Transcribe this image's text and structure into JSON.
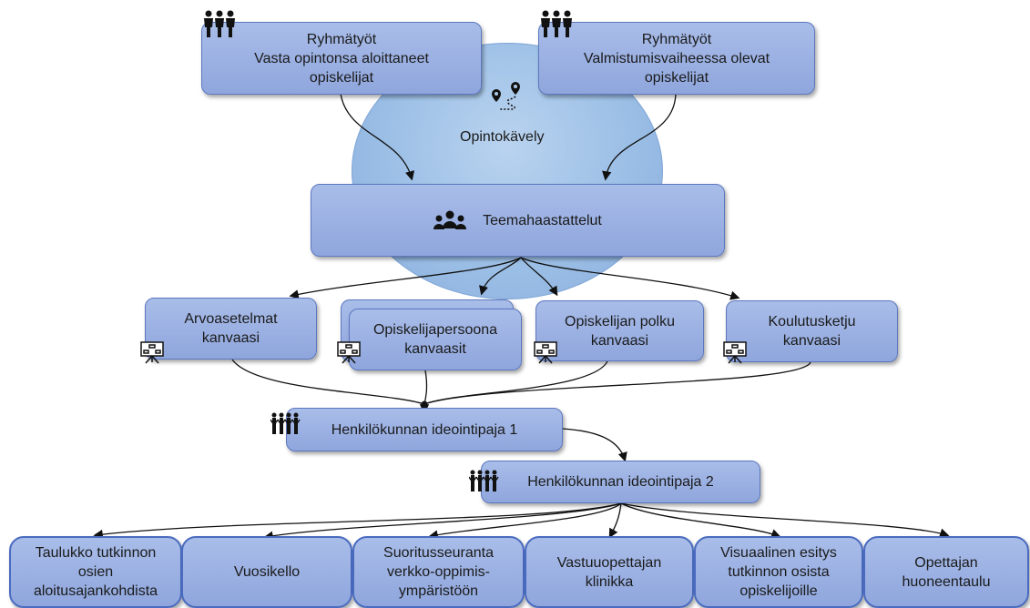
{
  "walk": {
    "label": "Opintokävely"
  },
  "groupwork": [
    {
      "label": "Ryhmätyöt\nVasta opintonsa aloittaneet\nopiskelijat"
    },
    {
      "label": "Ryhmätyöt\nValmistumisvaiheessa olevat\nopiskelijat"
    }
  ],
  "interviews": {
    "label": "Teemahaastattelut"
  },
  "canvases": [
    {
      "label": "Arvoasetelmat\nkanvaasi"
    },
    {
      "label": "Opiskelijapersoona\nkanvaasit"
    },
    {
      "label": "Opiskelijan polku\nkanvaasi"
    },
    {
      "label": "Koulutusketju\nkanvaasi"
    }
  ],
  "workshops": [
    {
      "label": "Henkilökunnan ideointipaja 1"
    },
    {
      "label": "Henkilökunnan ideointipaja 2"
    }
  ],
  "outputs": [
    {
      "label": "Taulukko tutkinnon\nosien\naloitusajankohdista"
    },
    {
      "label": "Vuosikello"
    },
    {
      "label": "Suoritusseuranta\nverkko-oppimis-\nympäristöön"
    },
    {
      "label": "Vastuuopettajan\nklinikka"
    },
    {
      "label": "Visuaalinen esitys\ntutkinnon osista\nopiskelijoille"
    },
    {
      "label": "Opettajan\nhuoneentaulu"
    }
  ],
  "icons": {
    "group": "people-group-icon",
    "walk": "route-map-icon",
    "interview": "people-meeting-icon",
    "canvas": "presentation-board-icon",
    "workshop": "crowd-icon"
  }
}
